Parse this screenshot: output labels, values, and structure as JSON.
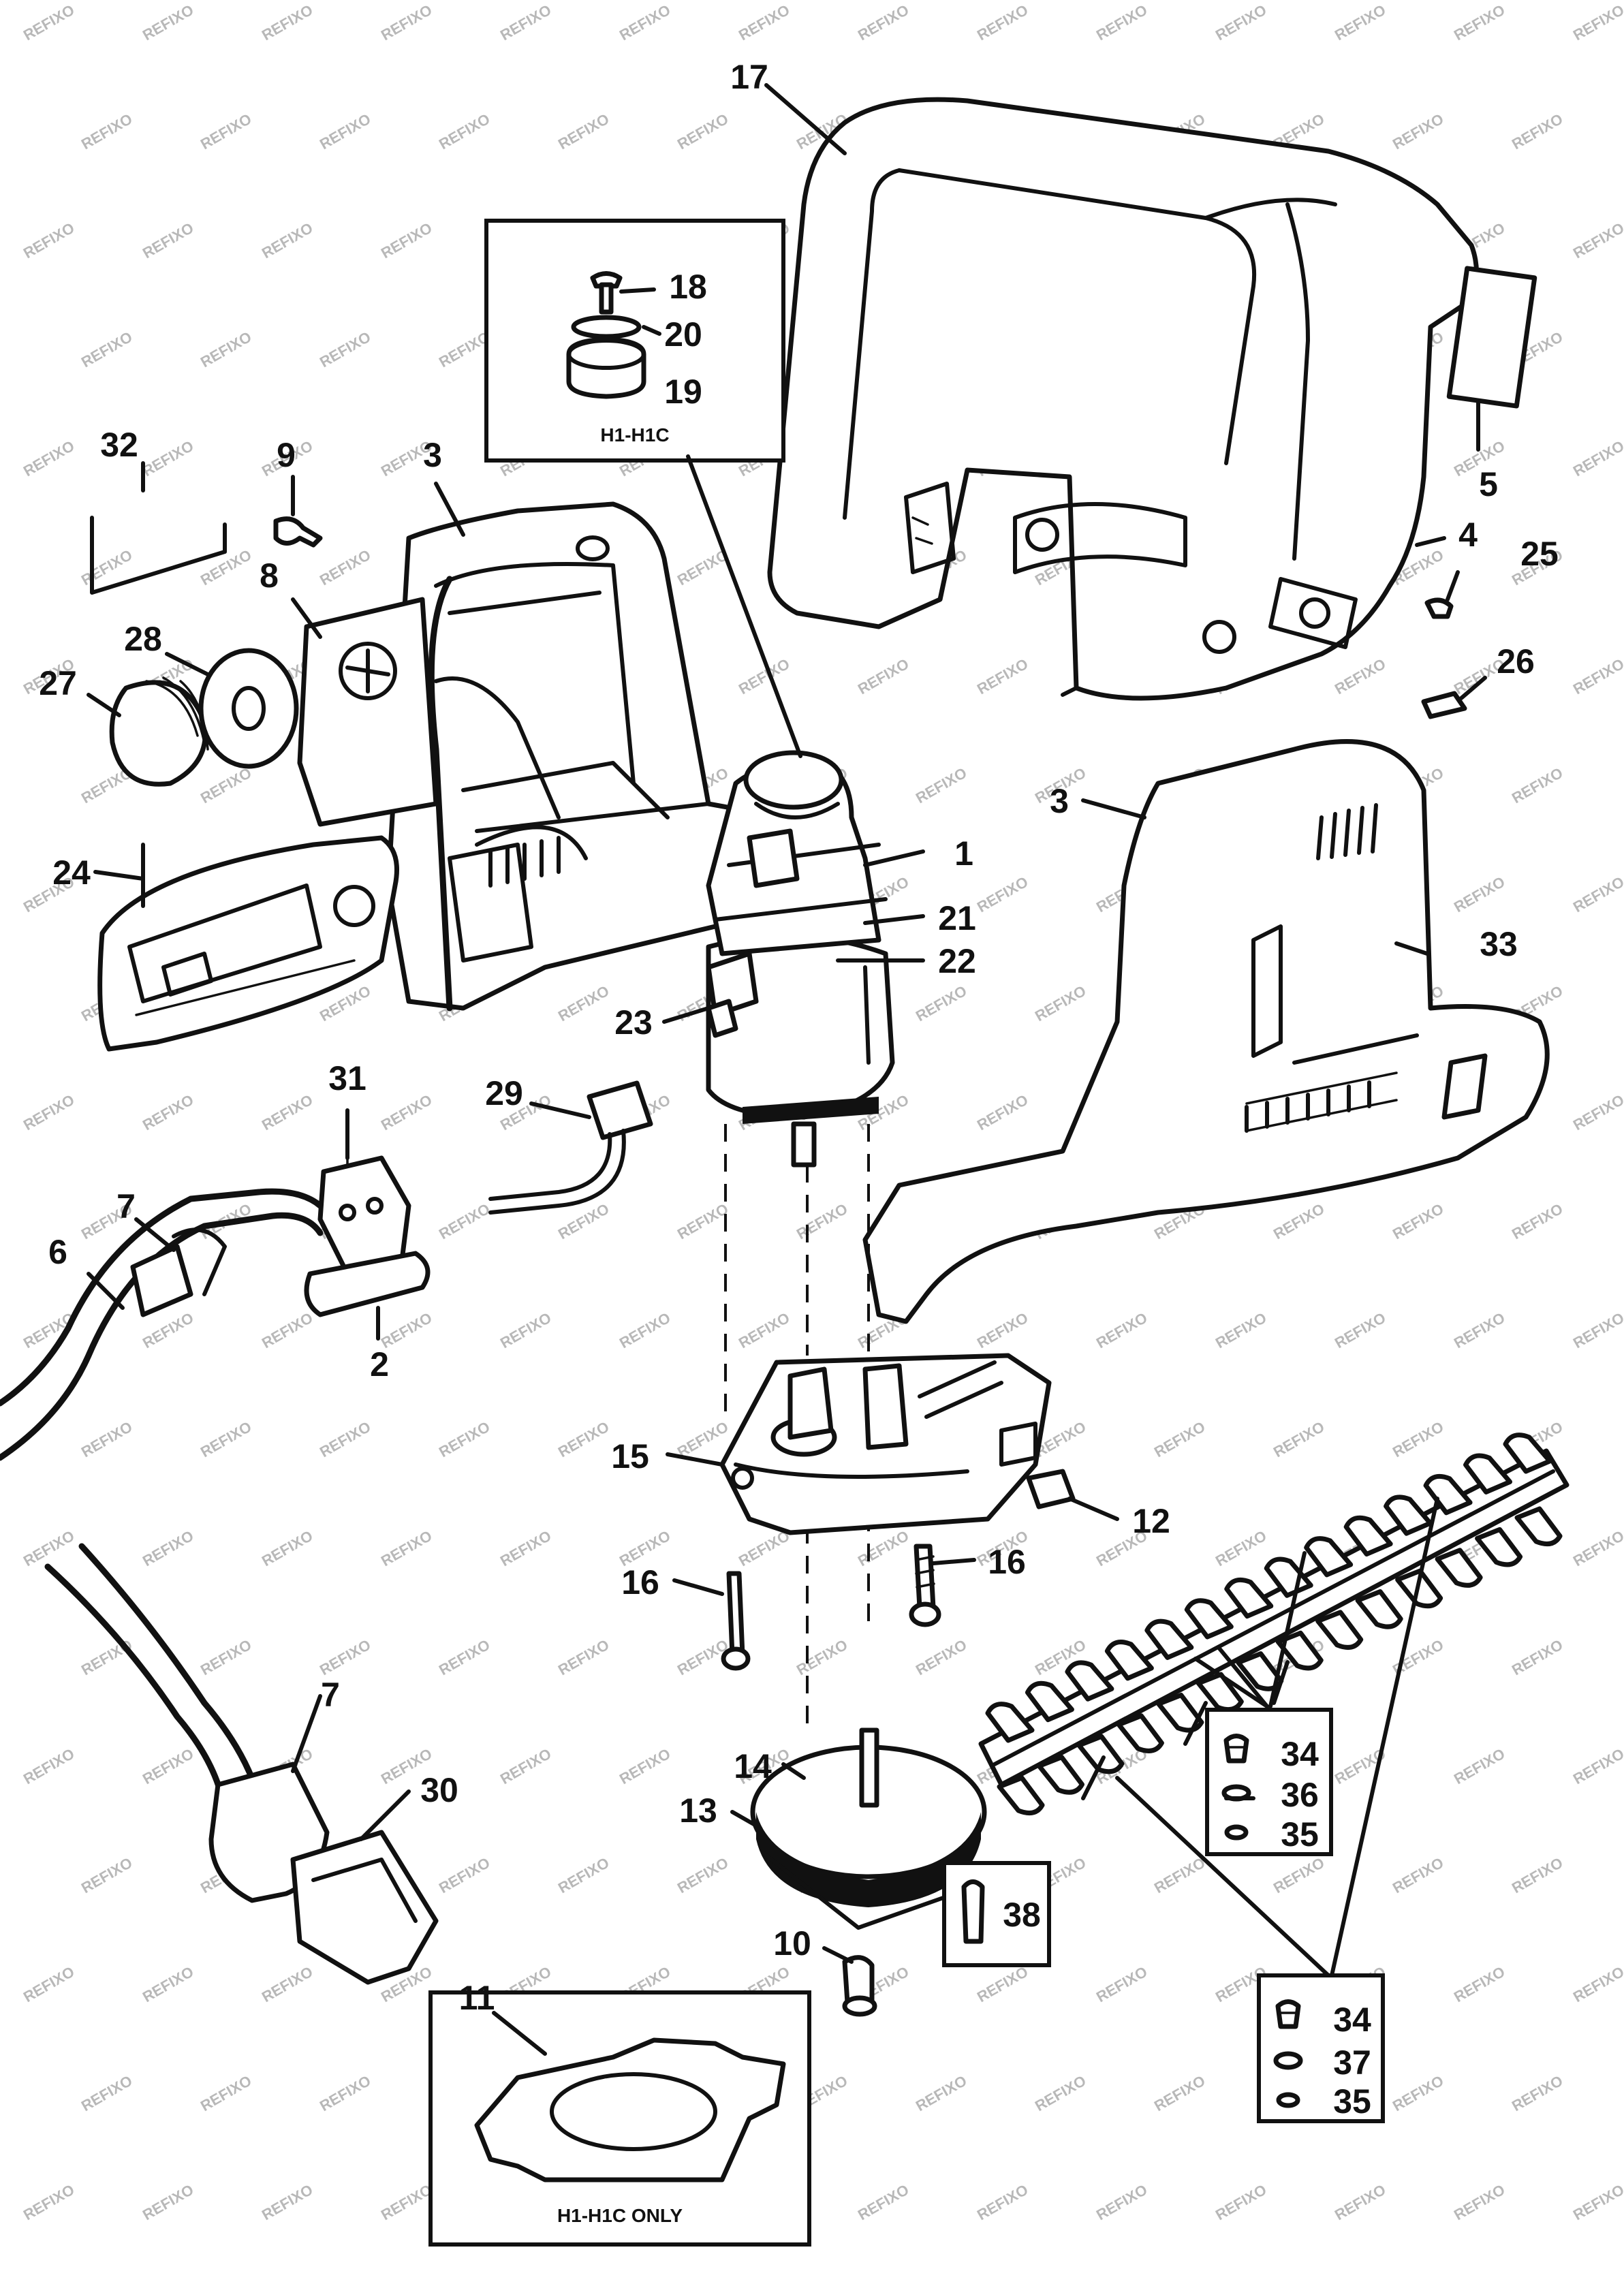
{
  "watermark": "REFIXO",
  "inset_top": {
    "caption": "H1-H1C",
    "part_labels": [
      "18",
      "20",
      "19"
    ]
  },
  "inset_bottom": {
    "caption": "H1-H1C ONLY",
    "part_labels": [
      "11"
    ]
  },
  "hardware_box_a": {
    "part_labels": [
      "34",
      "36",
      "35"
    ]
  },
  "hardware_box_b": {
    "part_labels": [
      "34",
      "37",
      "35"
    ]
  },
  "hardware_box_c": {
    "part_labels": [
      "38"
    ]
  },
  "part_labels": {
    "p17": "17",
    "p5": "5",
    "p4": "4",
    "p25": "25",
    "p26": "26",
    "p32": "32",
    "p9": "9",
    "p3a": "3",
    "p8": "8",
    "p28": "28",
    "p27": "27",
    "p3b": "3",
    "p1": "1",
    "p21": "21",
    "p22": "22",
    "p23": "23",
    "p24": "24",
    "p33": "33",
    "p31": "31",
    "p29": "29",
    "p7a": "7",
    "p6": "6",
    "p2": "2",
    "p15": "15",
    "p12": "12",
    "p16a": "16",
    "p16b": "16",
    "p14": "14",
    "p13": "13",
    "p10": "10",
    "p7b": "7",
    "p30": "30"
  }
}
